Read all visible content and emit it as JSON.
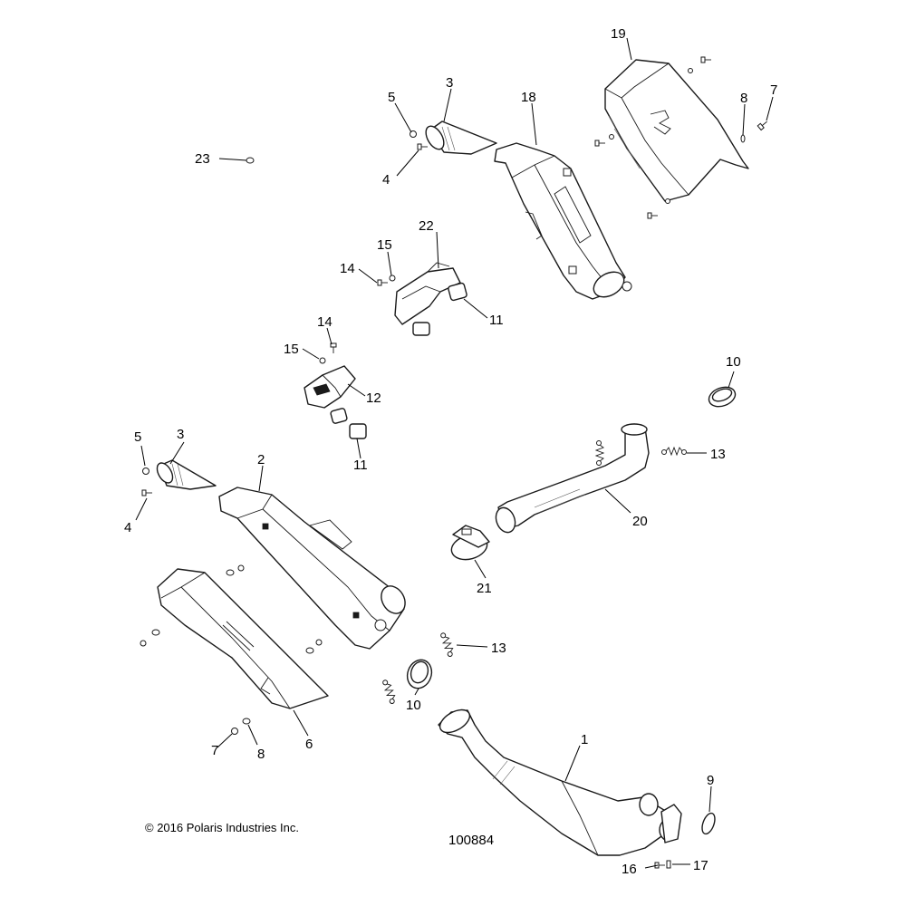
{
  "callouts": {
    "c1": "1",
    "c2": "2",
    "c3a": "3",
    "c3b": "3",
    "c4a": "4",
    "c4b": "4",
    "c5a": "5",
    "c5b": "5",
    "c6": "6",
    "c7a": "7",
    "c7b": "7",
    "c8a": "8",
    "c8b": "8",
    "c9": "9",
    "c10a": "10",
    "c10b": "10",
    "c11a": "11",
    "c11b": "11",
    "c12": "12",
    "c13a": "13",
    "c13b": "13",
    "c14a": "14",
    "c14b": "14",
    "c15a": "15",
    "c15b": "15",
    "c16": "16",
    "c17": "17",
    "c18": "18",
    "c19": "19",
    "c20": "20",
    "c21": "21",
    "c22": "22",
    "c23": "23"
  },
  "footer": {
    "copyright": "© 2016 Polaris Industries Inc.",
    "diagram_number": "100884"
  }
}
